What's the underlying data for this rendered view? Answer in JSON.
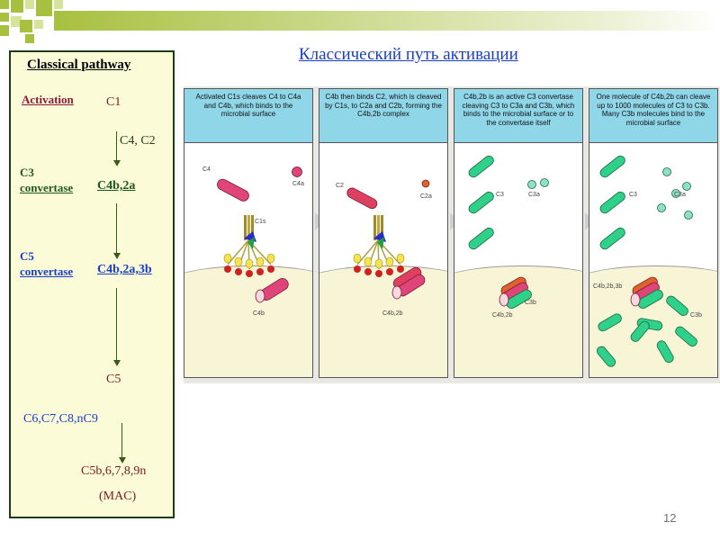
{
  "slide": {
    "title": "Классический путь активации",
    "number": "12"
  },
  "left_panel": {
    "heading": "Classical pathway",
    "activation_label": "Activation",
    "c1": "C1",
    "c4c2": "C4, C2",
    "c3_convertase_line1": "C3",
    "c3_convertase_line2": "convertase",
    "c4b2a": "C4b,2a",
    "c5_convertase_line1": "C5",
    "c5_convertase_line2": "convertase",
    "c4b2a3b": "C4b,2a,3b",
    "c5": "C5",
    "late_components": "C6,C7,C8,nC9",
    "c5b_complex": "C5b,6,7,8,9n",
    "mac": "(MAC)"
  },
  "colors": {
    "heading": "#000000",
    "activation": "#8b1a3a",
    "dark_red": "#7a1a1a",
    "blue": "#1a3fc7",
    "green_text": "#1d5a1d",
    "pink": "#e0457a",
    "green": "#2fd08a",
    "caption_bg": "#8fd6e8"
  },
  "figure": {
    "panels": [
      {
        "caption": "Activated C1s cleaves C4 to C4a and C4b, which binds to the microbial surface",
        "labels": [
          "C4",
          "C4a",
          "C1s",
          "C4b"
        ]
      },
      {
        "caption": "C4b then binds C2, which is cleaved by C1s, to C2a and C2b, forming the C4b,2b complex",
        "labels": [
          "C2",
          "C2a",
          "C4b,2b"
        ]
      },
      {
        "caption": "C4b,2b is an active C3 convertase cleaving C3 to C3a and C3b, which binds to the microbial surface or to the convertase itself",
        "labels": [
          "C3",
          "C3a",
          "C4b,2b",
          "C3b"
        ]
      },
      {
        "caption": "One molecule of C4b,2b can cleave up to 1000 molecules of C3 to C3b. Many C3b molecules bind to the microbial surface",
        "labels": [
          "C3",
          "C3a",
          "C4b,2b,3b",
          "C3b"
        ]
      }
    ]
  }
}
